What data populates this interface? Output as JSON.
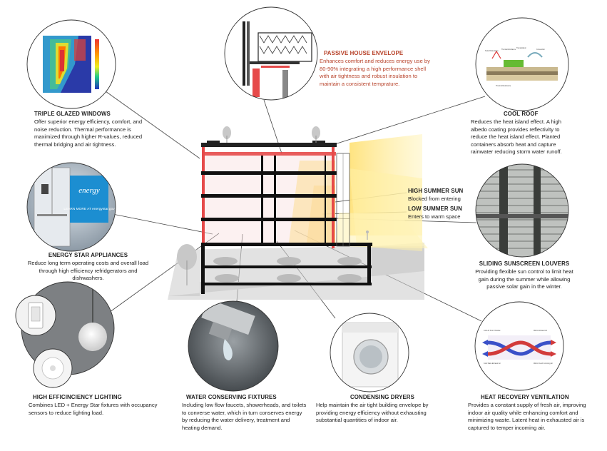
{
  "features": {
    "triple_glazed": {
      "title": "TRIPLE GLAZED WINDOWS",
      "desc": "Offer superior energy efficiency, comfort, and noise reduction. Thermal performance is maximized through higher R-values, reduced thermal bridging and air tightness."
    },
    "passive_house": {
      "title": "PASSIVE HOUSE ENVELOPE",
      "desc": "Enhances comfort and reduces energy use by 80-90% integrating a high performance shell with air tightness and robust insulation to maintain a consistent temprature."
    },
    "cool_roof": {
      "title": "COOL ROOF",
      "desc": "Reduces the heat island effect. A high albedo coating provides reflectivity to reduce the heat island effect. Planted containers absorb heat and capture rainwater reducing storm water runoff."
    },
    "energy_star": {
      "title": "ENERGY STAR APPLIANCES",
      "desc": "Reduce long term operating costs and overall load through high efficiency refridgerators and dishwashers."
    },
    "high_summer_sun": {
      "title": "HIGH SUMMER SUN",
      "desc": "Blocked from entering"
    },
    "low_summer_sun": {
      "title": "LOW SUMMER SUN",
      "desc": "Enters to warm space"
    },
    "louvers": {
      "title": "SLIDING SUNSCREEN LOUVERS",
      "desc": "Providing flexible sun control to limit heat gain during the summer while allowing passive solar gain in the winter."
    },
    "lighting": {
      "title": "HIGH EFFICINCIENCY LIGHTING",
      "desc": "Combines LED + Energy Star fixtures with occupancy sensors to reduce lighting load."
    },
    "water": {
      "title": "WATER CONSERVING FIXTURES",
      "desc": "Including low flow faucets, showerheads, and toilets to converse water, which in turn conserves energy by reducing the water delivery, treatment and heating demand."
    },
    "dryers": {
      "title": "CONDENSING DRYERS",
      "desc": "Help maintain the air tight building envelope by providing energy efficiency without exhausting substantial quantities of indoor air."
    },
    "hrv": {
      "title": "HEAT RECOVERY VENTILATION",
      "desc": "Provides a constant supply of fresh air, improving indoor air quality while enhancing comfort and minimizing waste. Latent heat in exhausted air is captured to temper incoming air."
    }
  },
  "badges": {
    "energy_star_logo": "energy",
    "energy_star_link": "LEARN MORE AT energystar.gov"
  },
  "cool_roof_labels": {
    "solar_reflectance": "Solar Reflectance",
    "thermal_emittance": "Thermal Emittance",
    "transpiration": "Transpiration",
    "convection": "Convection",
    "thermal_resistance": "Thermal Resistance"
  },
  "hrv_labels": {
    "cool_air_from_outside": "Cool Air From Outside",
    "warm_exhaust_air": "Warm Exhaust Air",
    "cool_stale_exhaust_air": "Cool Stale Exhaust Air",
    "warm_fresh_incoming_air": "Warm Fresh Incoming Air"
  }
}
